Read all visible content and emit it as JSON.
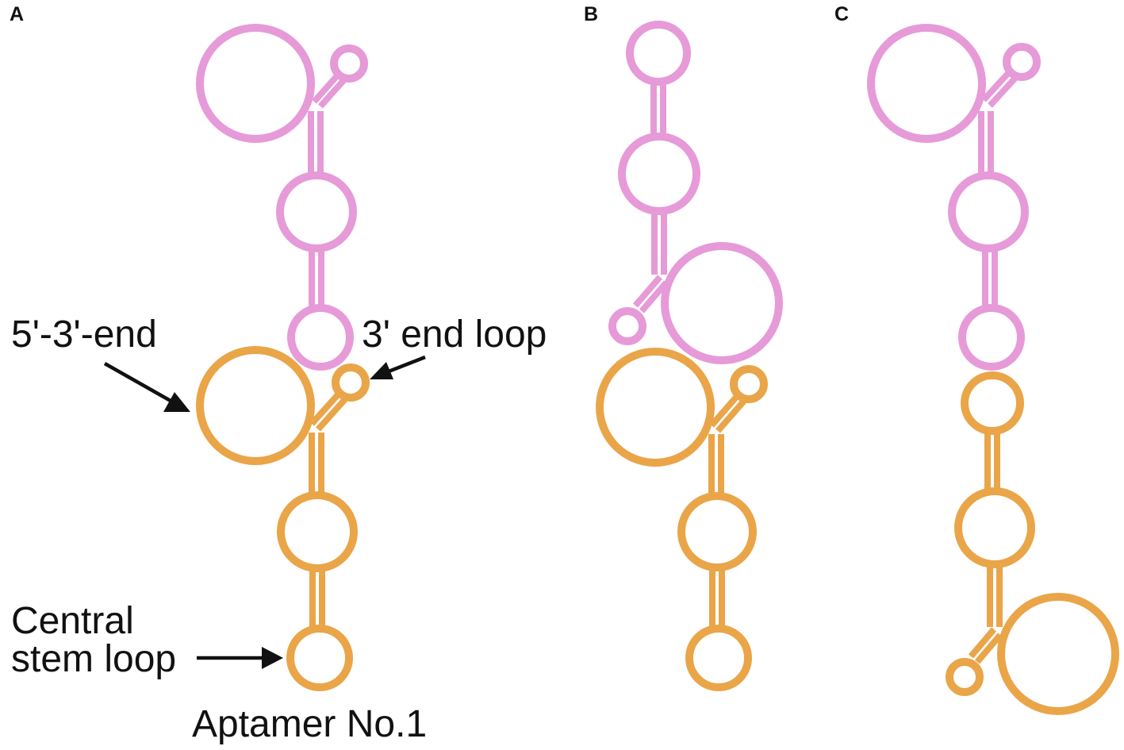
{
  "panels": {
    "a": "A",
    "b": "B",
    "c": "C"
  },
  "labels": {
    "five_three_end": "5'-3'-end",
    "three_end_loop": "3' end loop",
    "central_line1": "Central",
    "central_line2": "stem loop",
    "aptamer": "Aptamer No.1"
  },
  "colors": {
    "upper_strand": "#e69ad8",
    "lower_strand": "#e9a548",
    "text": "#111111",
    "background": "#ffffff"
  }
}
